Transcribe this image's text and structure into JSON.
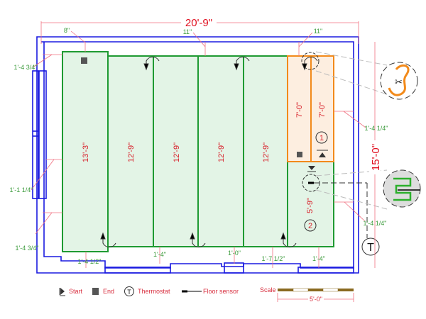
{
  "overall": {
    "width": "20'-9\"",
    "height": "15'-0\""
  },
  "offsets": {
    "top": [
      "8\"",
      "11\"",
      "11\""
    ],
    "left": [
      "1'-4 3/4\"",
      "1'-1 1/4\"",
      "1'-4 3/4\""
    ],
    "right": [
      "1'-4 1/4\"",
      "1'-4 1/4\""
    ],
    "bottom": [
      "1'-4 1/2\"",
      "1'-4\"",
      "1'-0\"",
      "1'-7 1/2\"",
      "1'-4\""
    ]
  },
  "runs": [
    "13'-3\"",
    "12'-9\"",
    "12'-9\"",
    "12'-9\"",
    "12'-9\"",
    "7'-0\"",
    "7'-0\"",
    "5'-9\""
  ],
  "zones": [
    "1",
    "2"
  ],
  "thermostat": "T",
  "legend": {
    "start": "Start",
    "end": "End",
    "thermostat_symbol": "T",
    "thermostat": "Thermostat",
    "sensor": "Floor sensor"
  },
  "scale": {
    "label": "Scale",
    "length": "5'-0\""
  },
  "colors": {
    "wall": "#1a1ae0",
    "zone1": "#f28a1a",
    "zone2": "#1f9a32",
    "dimension": "#f07080"
  }
}
